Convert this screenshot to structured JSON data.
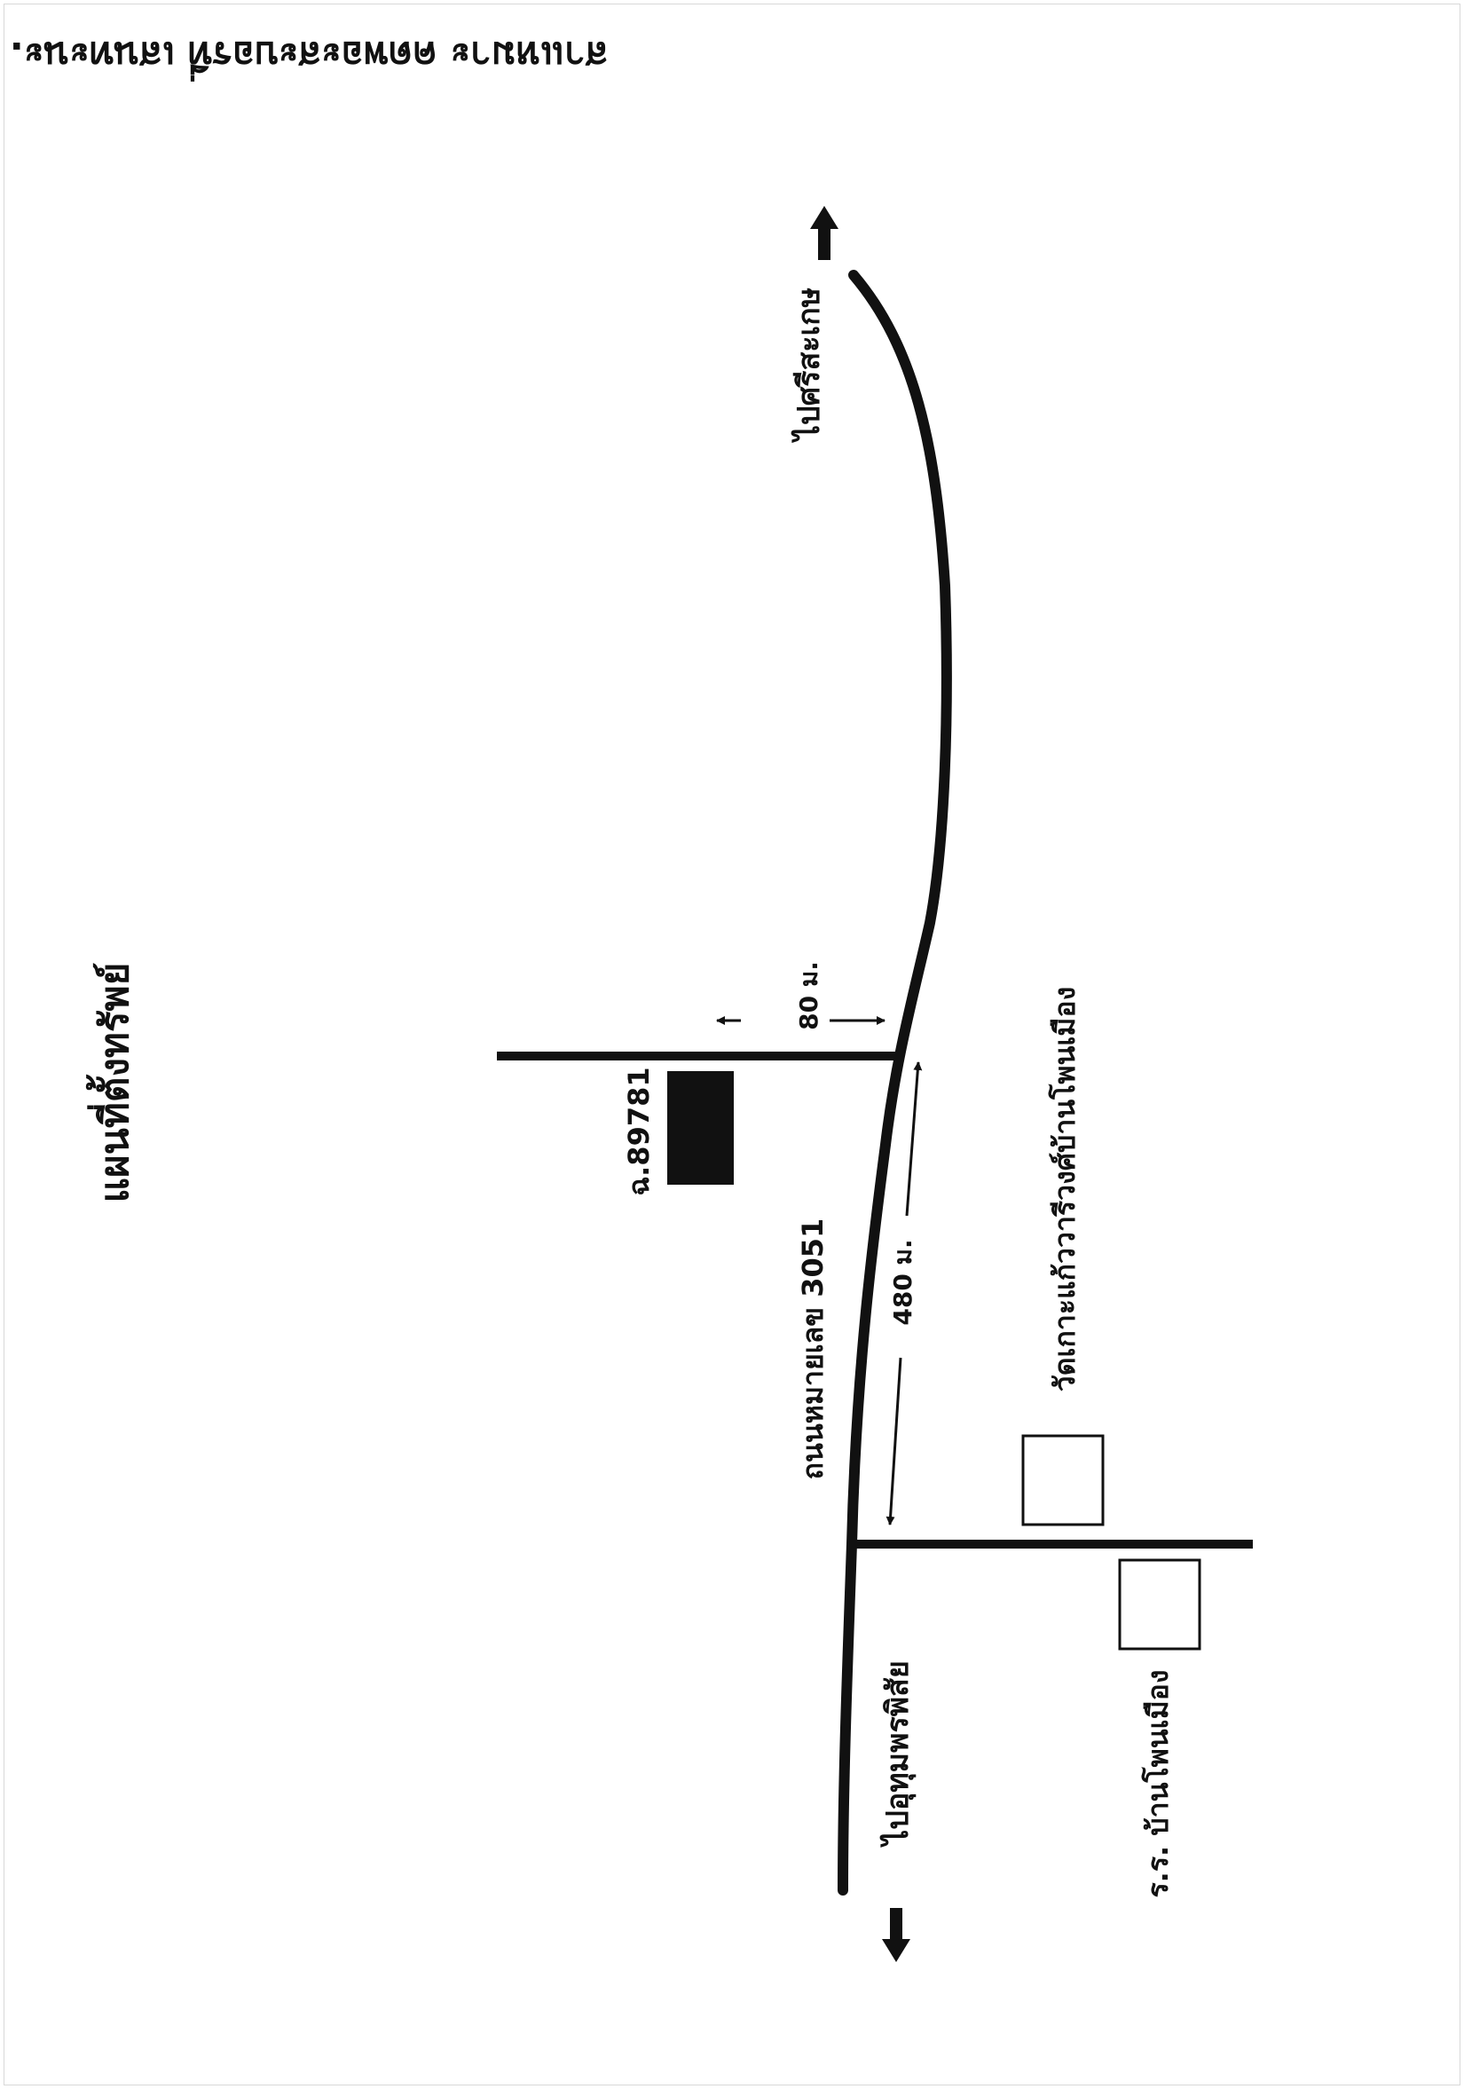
{
  "map": {
    "header_text": "สาแหมาะ คดพอะสะบอรที่ เสนทะนะ.",
    "title": "แผนที่ตั้งทรัพย์",
    "plot_label": "ฉ.89781",
    "road_label": "ถนนหมายเลข 3051",
    "destination_north": "ไปศรีสะเกษ",
    "destination_south": "ไปอุทุมพรพิสัย",
    "distance_side_road": "80 ม.",
    "distance_main": "480 ม.",
    "temple_label": "วัดเกาะแก้ววารีวงศ์บ้านโพนเมือง",
    "school_label": "ร.ร. บ้านโพนเมือง"
  }
}
